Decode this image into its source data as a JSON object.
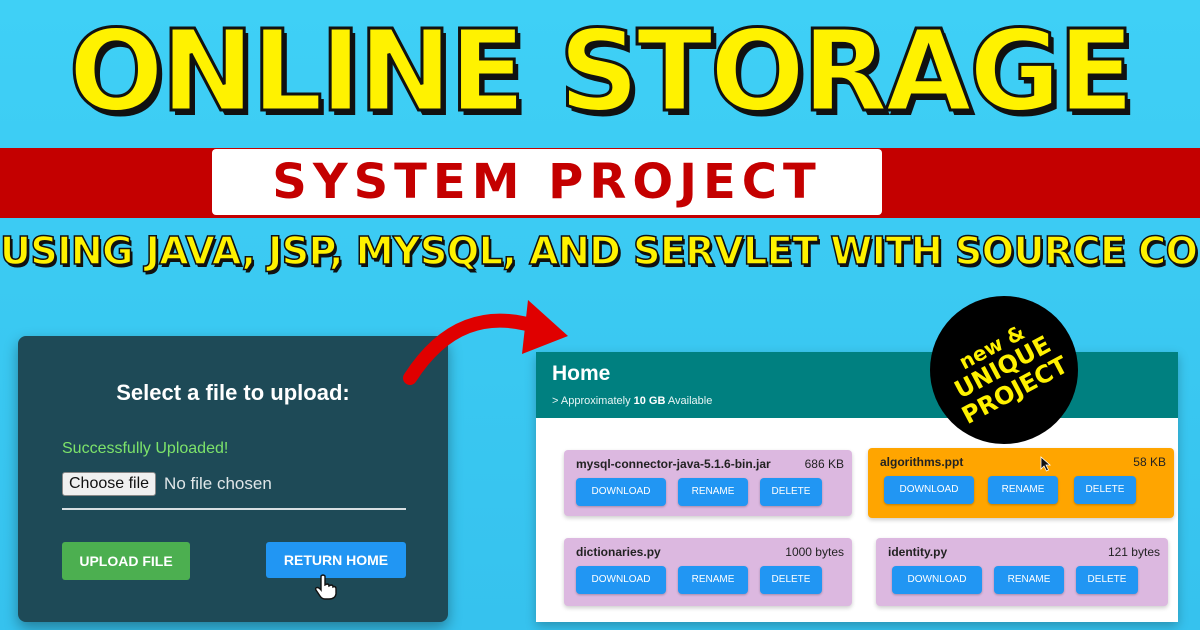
{
  "header": {
    "title": "ONLINE STORAGE",
    "subtitle": "SYSTEM PROJECT",
    "tagline": "USING JAVA, JSP, MYSQL, AND SERVLET WITH SOURCE CODE"
  },
  "upload_form": {
    "heading": "Select a file to upload:",
    "status": "Successfully Uploaded!",
    "choose_file_label": "Choose file",
    "no_file_text": "No file chosen",
    "upload_button": "UPLOAD FILE",
    "return_button": "RETURN HOME"
  },
  "home": {
    "title": "Home",
    "storage_prefix": "> Approximately",
    "storage_amount": "10 GB",
    "storage_suffix": "Available",
    "files": [
      {
        "name": "mysql-connector-java-5.1.6-bin.jar",
        "size": "686 KB",
        "download": "DOWNLOAD",
        "rename": "RENAME",
        "delete": "DELETE"
      },
      {
        "name": "algorithms.ppt",
        "size": "58 KB",
        "download": "DOWNLOAD",
        "rename": "RENAME",
        "delete": "DELETE"
      },
      {
        "name": "dictionaries.py",
        "size": "1000 bytes",
        "download": "DOWNLOAD",
        "rename": "RENAME",
        "delete": "DELETE"
      },
      {
        "name": "identity.py",
        "size": "121 bytes",
        "download": "DOWNLOAD",
        "rename": "RENAME",
        "delete": "DELETE"
      }
    ]
  },
  "badge": {
    "line1": "new &",
    "line2": "UNIQUE",
    "line3": "PROJECT"
  },
  "colors": {
    "background": "#3fd0f6",
    "title_yellow": "#fff200",
    "band_red": "#c40000",
    "upload_panel": "#1e4a57",
    "home_header": "#008080",
    "card_purple": "#dcb8e0",
    "card_highlight": "#ffa500",
    "button_blue": "#2196f3",
    "button_green": "#4caf50"
  }
}
